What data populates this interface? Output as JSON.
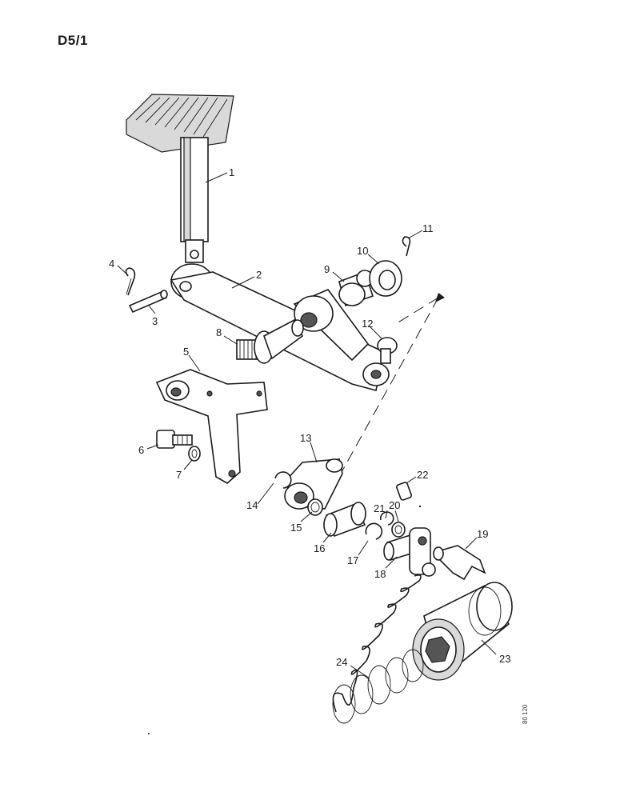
{
  "page_code": "D5/1",
  "reference_code": "80 120",
  "callouts": [
    {
      "num": "1",
      "part": "pedal"
    },
    {
      "num": "2",
      "part": "lever-arm"
    },
    {
      "num": "3",
      "part": "pin"
    },
    {
      "num": "4",
      "part": "split-pin"
    },
    {
      "num": "5",
      "part": "bracket"
    },
    {
      "num": "6",
      "part": "bolt"
    },
    {
      "num": "7",
      "part": "washer"
    },
    {
      "num": "8",
      "part": "pivot-pin"
    },
    {
      "num": "9",
      "part": "bush"
    },
    {
      "num": "10",
      "part": "washer"
    },
    {
      "num": "11",
      "part": "split-pin"
    },
    {
      "num": "12",
      "part": "clevis-pin"
    },
    {
      "num": "13",
      "part": "link-lever"
    },
    {
      "num": "14",
      "part": "circlip"
    },
    {
      "num": "15",
      "part": "ring"
    },
    {
      "num": "16",
      "part": "sleeve"
    },
    {
      "num": "17",
      "part": "circlip"
    },
    {
      "num": "18",
      "part": "shaft-lever"
    },
    {
      "num": "19",
      "part": "fork"
    },
    {
      "num": "20",
      "part": "washer"
    },
    {
      "num": "21",
      "part": "circlip"
    },
    {
      "num": "22",
      "part": "key"
    },
    {
      "num": "23",
      "part": "splined-sleeve"
    },
    {
      "num": "24",
      "part": "spring"
    }
  ]
}
